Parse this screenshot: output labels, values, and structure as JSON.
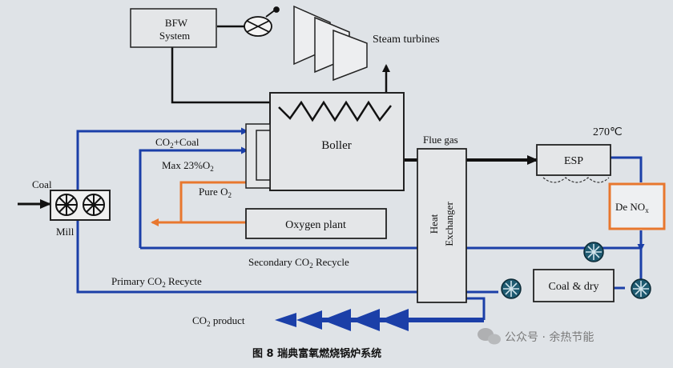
{
  "labels": {
    "bfw_line1": "BFW",
    "bfw_line2": "System",
    "steam_turbines": "Steam turbines",
    "boiler": "Boller",
    "flue_gas": "Flue gas",
    "temperature": "270℃",
    "esp": "ESP",
    "denox_main": "De NO",
    "denox_sub": "x",
    "heat_line1": "Heat",
    "heat_line2": "Exchanger",
    "oxygen_plant": "Oxygen plant",
    "co2_coal_main": "CO",
    "co2_coal_sub": "2",
    "co2_coal_rest": "+Coal",
    "max_o2_main": "Max 23%O",
    "max_o2_sub": "2",
    "pure_o2_main": "Pure O",
    "pure_o2_sub": "2",
    "coal": "Coal",
    "mill": "Mill",
    "secondary_main": "Secondary CO",
    "secondary_sub": "2",
    "secondary_rest": " Recycle",
    "primary_main": "Primary CO",
    "primary_sub": "2",
    "primary_rest": " Recycte",
    "coal_dry": "Coal & dry",
    "co2_product_main": "CO",
    "co2_product_sub": "2",
    "co2_product_rest": " product",
    "figure_caption": "图 8    瑞典富氧燃烧锅炉系统",
    "watermark": "公众号 · 余热节能"
  },
  "colors": {
    "background": "#dfe3e7",
    "recycle_blue": "#1b3fa8",
    "oxygen_orange": "#e8772e",
    "line_black": "#111111",
    "fan_teal": "#1e5a70"
  },
  "icons": [
    "valve-icon",
    "turbine-icon",
    "fan-icon",
    "mill-icon",
    "wechat-logo-icon"
  ]
}
